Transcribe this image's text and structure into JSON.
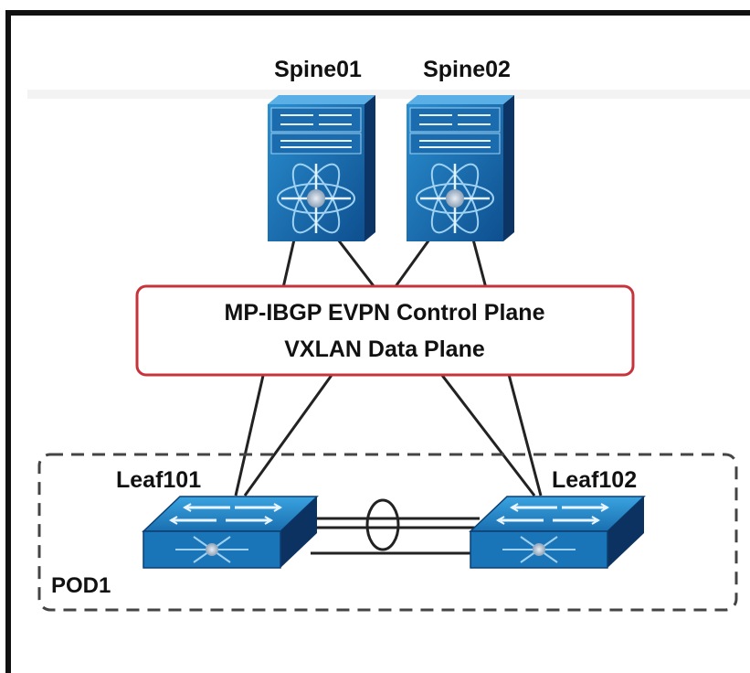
{
  "diagram": {
    "spines": [
      {
        "id": "spine01",
        "label": "Spine01"
      },
      {
        "id": "spine02",
        "label": "Spine02"
      }
    ],
    "leaves": [
      {
        "id": "leaf101",
        "label": "Leaf101"
      },
      {
        "id": "leaf102",
        "label": "Leaf102"
      }
    ],
    "fabric_box": {
      "line1": "MP-IBGP EVPN Control Plane",
      "line2": "VXLAN Data Plane"
    },
    "pod_label": "POD1",
    "colors": {
      "frame": "#111111",
      "switch_blue": "#1f7fc0",
      "switch_dark": "#0d3f73",
      "fabric_border": "#c8333b",
      "links": "#222222",
      "pod_border": "#444444"
    },
    "icons": {
      "spine": "nexus-chassis-switch-icon",
      "leaf": "layer3-switch-icon",
      "port_channel": "port-channel-ellipse"
    }
  }
}
